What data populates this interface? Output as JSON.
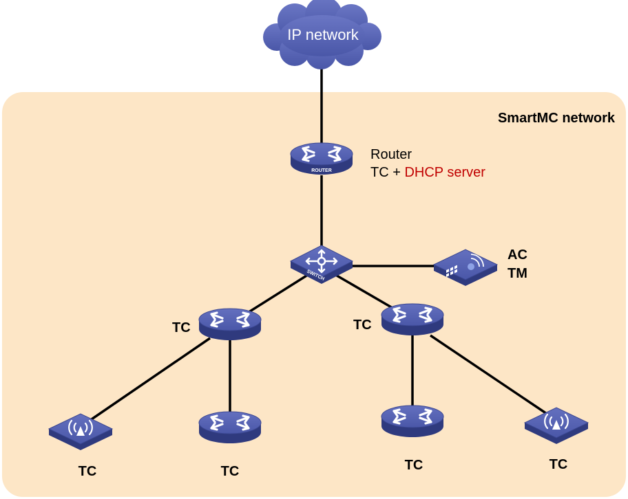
{
  "cloud": {
    "label": "IP network"
  },
  "area": {
    "label": "SmartMC network"
  },
  "router": {
    "device_caption": "ROUTER",
    "name": "Router",
    "role_prefix": "TC + ",
    "role_highlight": "DHCP server"
  },
  "switch": {
    "device_caption": "SWITCH"
  },
  "ac": {
    "line1": "AC",
    "line2": "TM"
  },
  "tc_left": {
    "label": "TC"
  },
  "tc_right": {
    "label": "TC"
  },
  "ap_left": {
    "label": "TC"
  },
  "sw_left_bottom": {
    "label": "TC"
  },
  "sw_right_bottom": {
    "label": "TC"
  },
  "ap_right": {
    "label": "TC"
  },
  "colors": {
    "device_blue": "#4a57a8",
    "device_dark": "#2f3a7e",
    "area_fill": "#fde6c6",
    "highlight_red": "#c00000"
  }
}
